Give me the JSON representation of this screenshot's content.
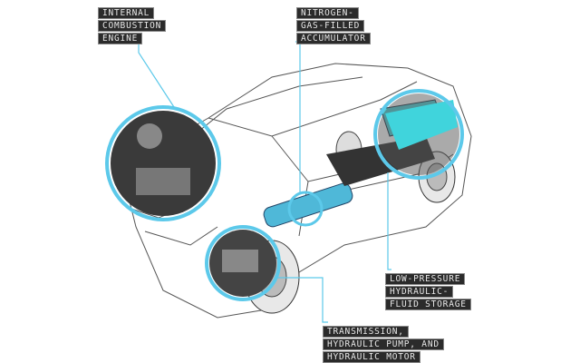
{
  "accent_color": "#5cc9ea",
  "callouts": [
    {
      "id": "engine",
      "lines": [
        "INTERNAL",
        "COMBUSTION",
        "ENGINE"
      ]
    },
    {
      "id": "accumulator",
      "lines": [
        "NITROGEN-",
        "GAS-FILLED",
        "ACCUMULATOR"
      ]
    },
    {
      "id": "storage",
      "lines": [
        "LOW-PRESSURE",
        "HYDRAULIC-",
        "FLUID STORAGE"
      ]
    },
    {
      "id": "transmission",
      "lines": [
        "TRANSMISSION,",
        "HYDRAULIC PUMP, AND",
        "HYDRAULIC MOTOR"
      ]
    }
  ]
}
